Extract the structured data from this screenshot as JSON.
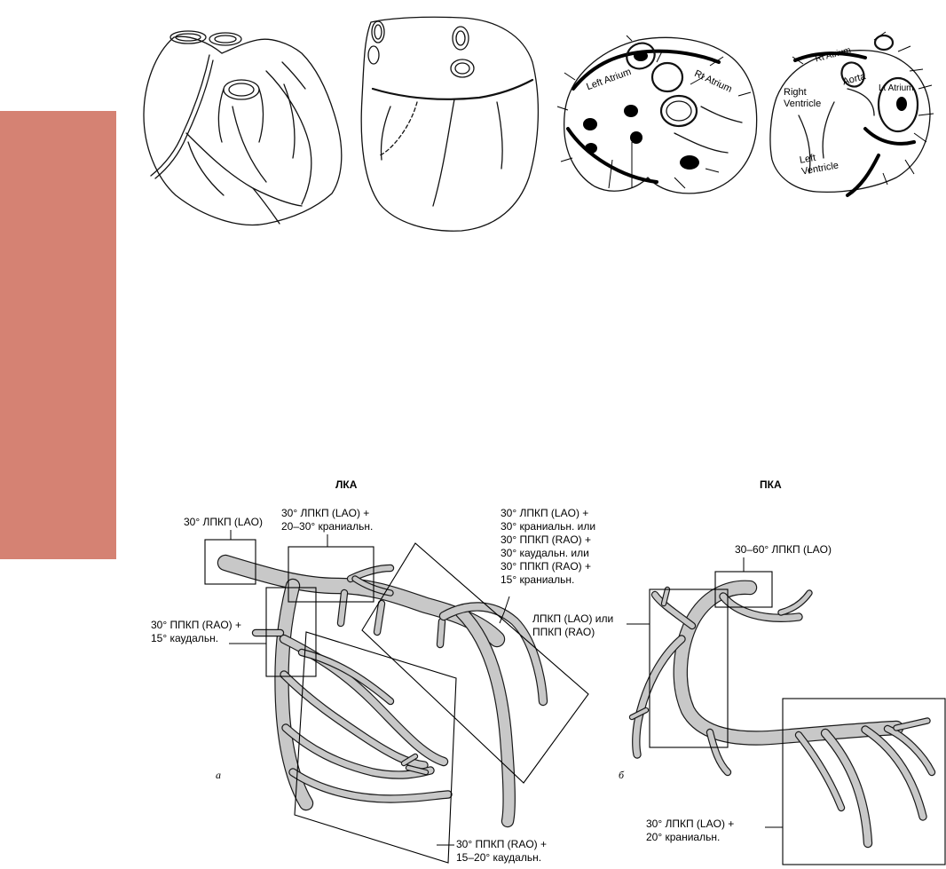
{
  "colors": {
    "side_tab": "#d58273",
    "vessel_fill": "#c8c8c8",
    "line": "#000000"
  },
  "top_illustrations": {
    "heart3_labels": {
      "left_atrium": "Left Atrium",
      "rt_atrium": "Rt Atrium"
    },
    "heart4_labels": {
      "rt_atrium": "Rt Atrium",
      "aorta": "Aorta",
      "lt_atrium": "Lt Atrium",
      "right_ventricle": "Right\nVentricle",
      "left_ventricle": "Left\nVentricle"
    }
  },
  "diagram": {
    "lca_title": "ЛКА",
    "rca_title": "ПКА",
    "panel_a": "а",
    "panel_b": "б",
    "labels": {
      "lca_lao30": "30° ЛПКП (LAO)",
      "lca_lao_cranial": "30° ЛПКП (LAO) +\n20–30° краниальн.",
      "lca_views_list": "30° ЛПКП (LAO) +\n30° краниальн. или\n30° ППКП (RAO) +\n30° каудальн. или\n30° ППКП (RAO) +\n15° краниальн.",
      "lca_rao_caudal15": "30° ППКП (RAO) +\n15° каудальн.",
      "lca_lao_or_rao": "ЛПКП (LAO) или\nППКП (RAO)",
      "lca_rao_caudal1520": "30° ППКП (RAO) +\n15–20° каудальн.",
      "rca_lao3060": "30–60° ЛПКП (LAO)",
      "rca_lao_cranial20": "30° ЛПКП (LAO) +\n20° краниальн."
    }
  }
}
